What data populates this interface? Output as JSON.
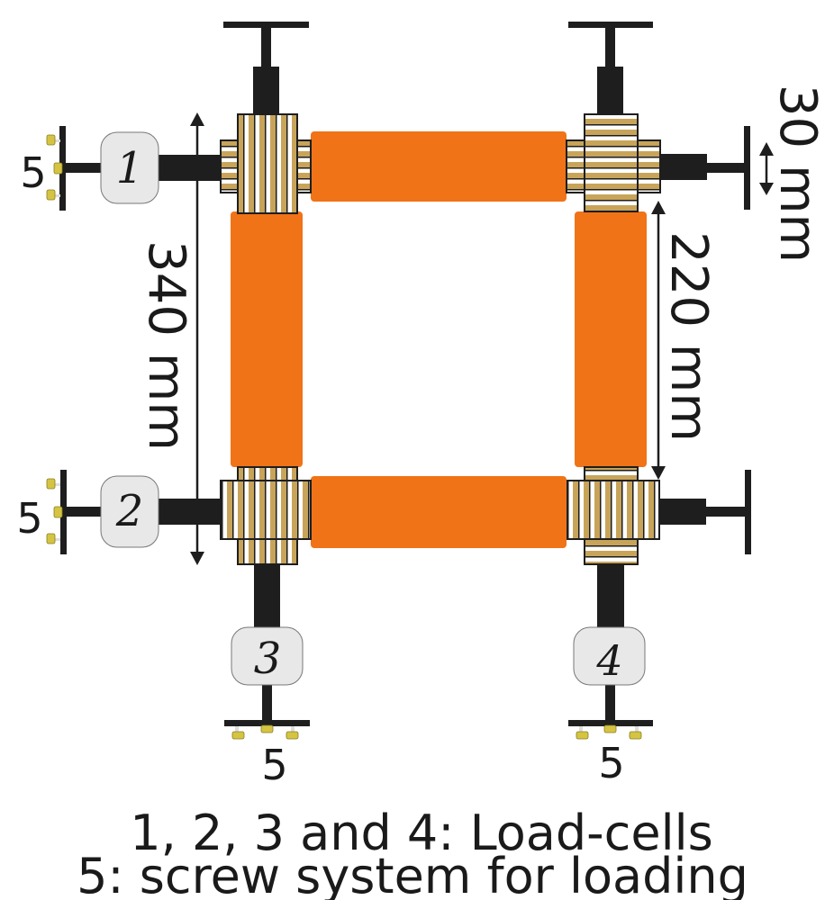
{
  "diagram": {
    "type": "biaxial loading frame with load-cells",
    "colors": {
      "specimen_arm": "#f07318",
      "clamp_tan": "#c8a45a",
      "rod_black": "#1e1e1e",
      "loadcell_fill": "#e8e8e8",
      "screw_yellow": "#d4c442"
    },
    "load_cells": [
      {
        "id": "1",
        "label": "1"
      },
      {
        "id": "2",
        "label": "2"
      },
      {
        "id": "3",
        "label": "3"
      },
      {
        "id": "4",
        "label": "4"
      }
    ],
    "screw_labels": {
      "left_top": "5",
      "left_bottom": "5",
      "bottom_left": "5",
      "bottom_right": "5"
    },
    "dimensions": {
      "overall": "340 mm",
      "arm_length": "220 mm",
      "grip_width": "30 mm"
    },
    "legend": {
      "line1": "1, 2, 3 and 4: Load-cells",
      "line2": "5: screw system for loading"
    }
  }
}
